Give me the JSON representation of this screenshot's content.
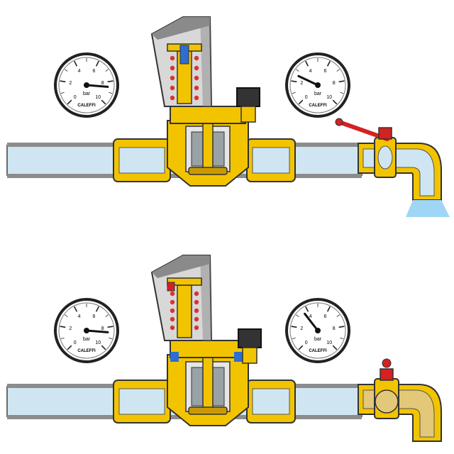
{
  "colors": {
    "pipe_fill": "#cfe6f2",
    "pipe_edge": "#6a6a6a",
    "brass": "#f2c400",
    "brass_dark": "#c99a00",
    "bonnet": "#d8d8d8",
    "bonnet_dark": "#8a8a8a",
    "spring": "#d8362c",
    "handle": "#d42121",
    "water_spray": "#9fd6f5",
    "gauge_needle": "#111111"
  },
  "scale": {
    "min": 0,
    "max": 10
  },
  "gauge": {
    "unit": "bar",
    "brand": "CALEFFI"
  },
  "top_assembly": {
    "valve_state": "open",
    "upstream_gauge": {
      "reading": 8.5
    },
    "downstream_gauge": {
      "reading": 2.6
    }
  },
  "bottom_assembly": {
    "valve_state": "closed",
    "upstream_gauge": {
      "reading": 8.5
    },
    "downstream_gauge": {
      "reading": 3.6
    }
  }
}
